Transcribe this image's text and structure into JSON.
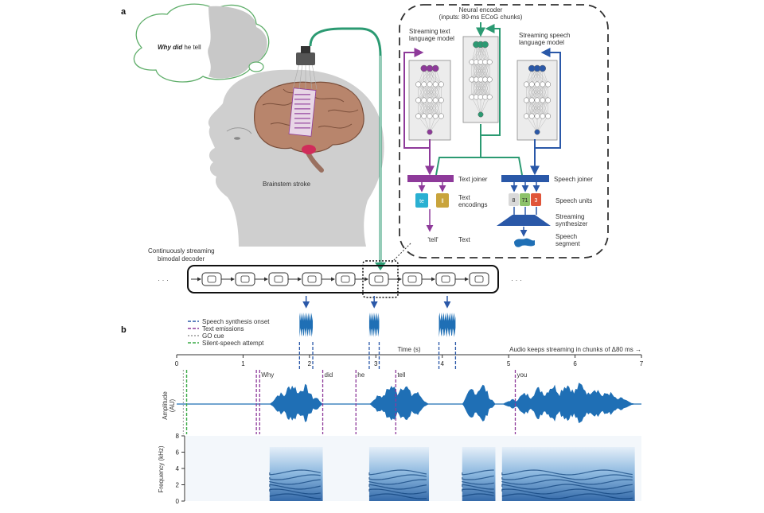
{
  "panel_a": {
    "label": "a",
    "thought_text": {
      "italic": "Why did",
      "rest": " he tell"
    },
    "stroke_label": "Brainstem stroke",
    "decoder_label": [
      "Continuously streaming",
      "bimodal decoder"
    ],
    "ellipsis": "· · ·",
    "encoder_title": [
      "Neural encoder",
      "(inputs: 80-ms ECoG chunks)"
    ],
    "text_lm_label": [
      "Streaming text",
      "language model"
    ],
    "speech_lm_label": [
      "Streaming speech",
      "language model"
    ],
    "text_joiner": "Text joiner",
    "speech_joiner": "Speech joiner",
    "text_encodings": [
      "Text",
      "encodings"
    ],
    "text_tokens": [
      "te",
      "ll"
    ],
    "speech_units_label": "Speech units",
    "speech_units": [
      "8",
      "71",
      "3"
    ],
    "synth_label": [
      "Streaming",
      "synthesizer"
    ],
    "output_text": "'tell'",
    "output_text_label": "Text",
    "speech_segment_label": [
      "Speech",
      "segment"
    ],
    "colors": {
      "text": "#8e3a9a",
      "encoder": "#2b9a72",
      "speech": "#2a58a8",
      "unit1": "#d9d9d9",
      "unit2": "#8dc26a",
      "unit3": "#e0553a",
      "tok1": "#2ab0d2",
      "tok2": "#c9a43c"
    }
  },
  "panel_b": {
    "label": "b",
    "legend": [
      {
        "label": "Speech synthesis onset",
        "color": "#2a58a8",
        "dash": "4,2"
      },
      {
        "label": "Text emissions",
        "color": "#8e3a9a",
        "dash": "4,2"
      },
      {
        "label": "GO cue",
        "color": "#999999",
        "dash": "2,2"
      },
      {
        "label": "Silent-speech attempt",
        "color": "#3aaa46",
        "dash": "4,2"
      }
    ],
    "time_axis_label": "Time (s)",
    "streaming_note": "Audio keeps streaming in chunks of Δ80 ms →",
    "time_ticks": [
      "0",
      "1",
      "2",
      "3",
      "4",
      "5",
      "6",
      "7"
    ],
    "words": [
      {
        "text": "Why",
        "t": 1.25
      },
      {
        "text": "did",
        "t": 2.2
      },
      {
        "text": "he",
        "t": 2.7
      },
      {
        "text": "tell",
        "t": 3.3
      },
      {
        "text": "you",
        "t": 5.1
      }
    ],
    "amp_label": [
      "Amplitude",
      "(AU)"
    ],
    "freq_label": "Frequency (kHz)",
    "freq_ticks": [
      "0",
      "2",
      "4",
      "6",
      "8"
    ],
    "waveform_color": "#1f6fb5"
  },
  "chart_data": {
    "type": "area",
    "x_label": "Time (s)",
    "xlim": [
      0,
      7
    ],
    "y_label": "Amplitude (AU)",
    "text_emissions_s": [
      1.2,
      1.25,
      2.2,
      2.7,
      3.3,
      5.1
    ],
    "speech_onsets_s": [
      1.85,
      2.05,
      2.9,
      3.05,
      3.95,
      4.2
    ],
    "go_cue_s": [
      0.1
    ],
    "silent_speech_attempt_s": [
      0.15
    ],
    "speech_bursts_s": [
      [
        1.4,
        2.2
      ],
      [
        2.9,
        3.8
      ],
      [
        4.3,
        4.8
      ],
      [
        4.9,
        6.9
      ]
    ],
    "spectrogram": {
      "y_label": "Frequency (kHz)",
      "ylim": [
        0,
        8
      ]
    }
  }
}
